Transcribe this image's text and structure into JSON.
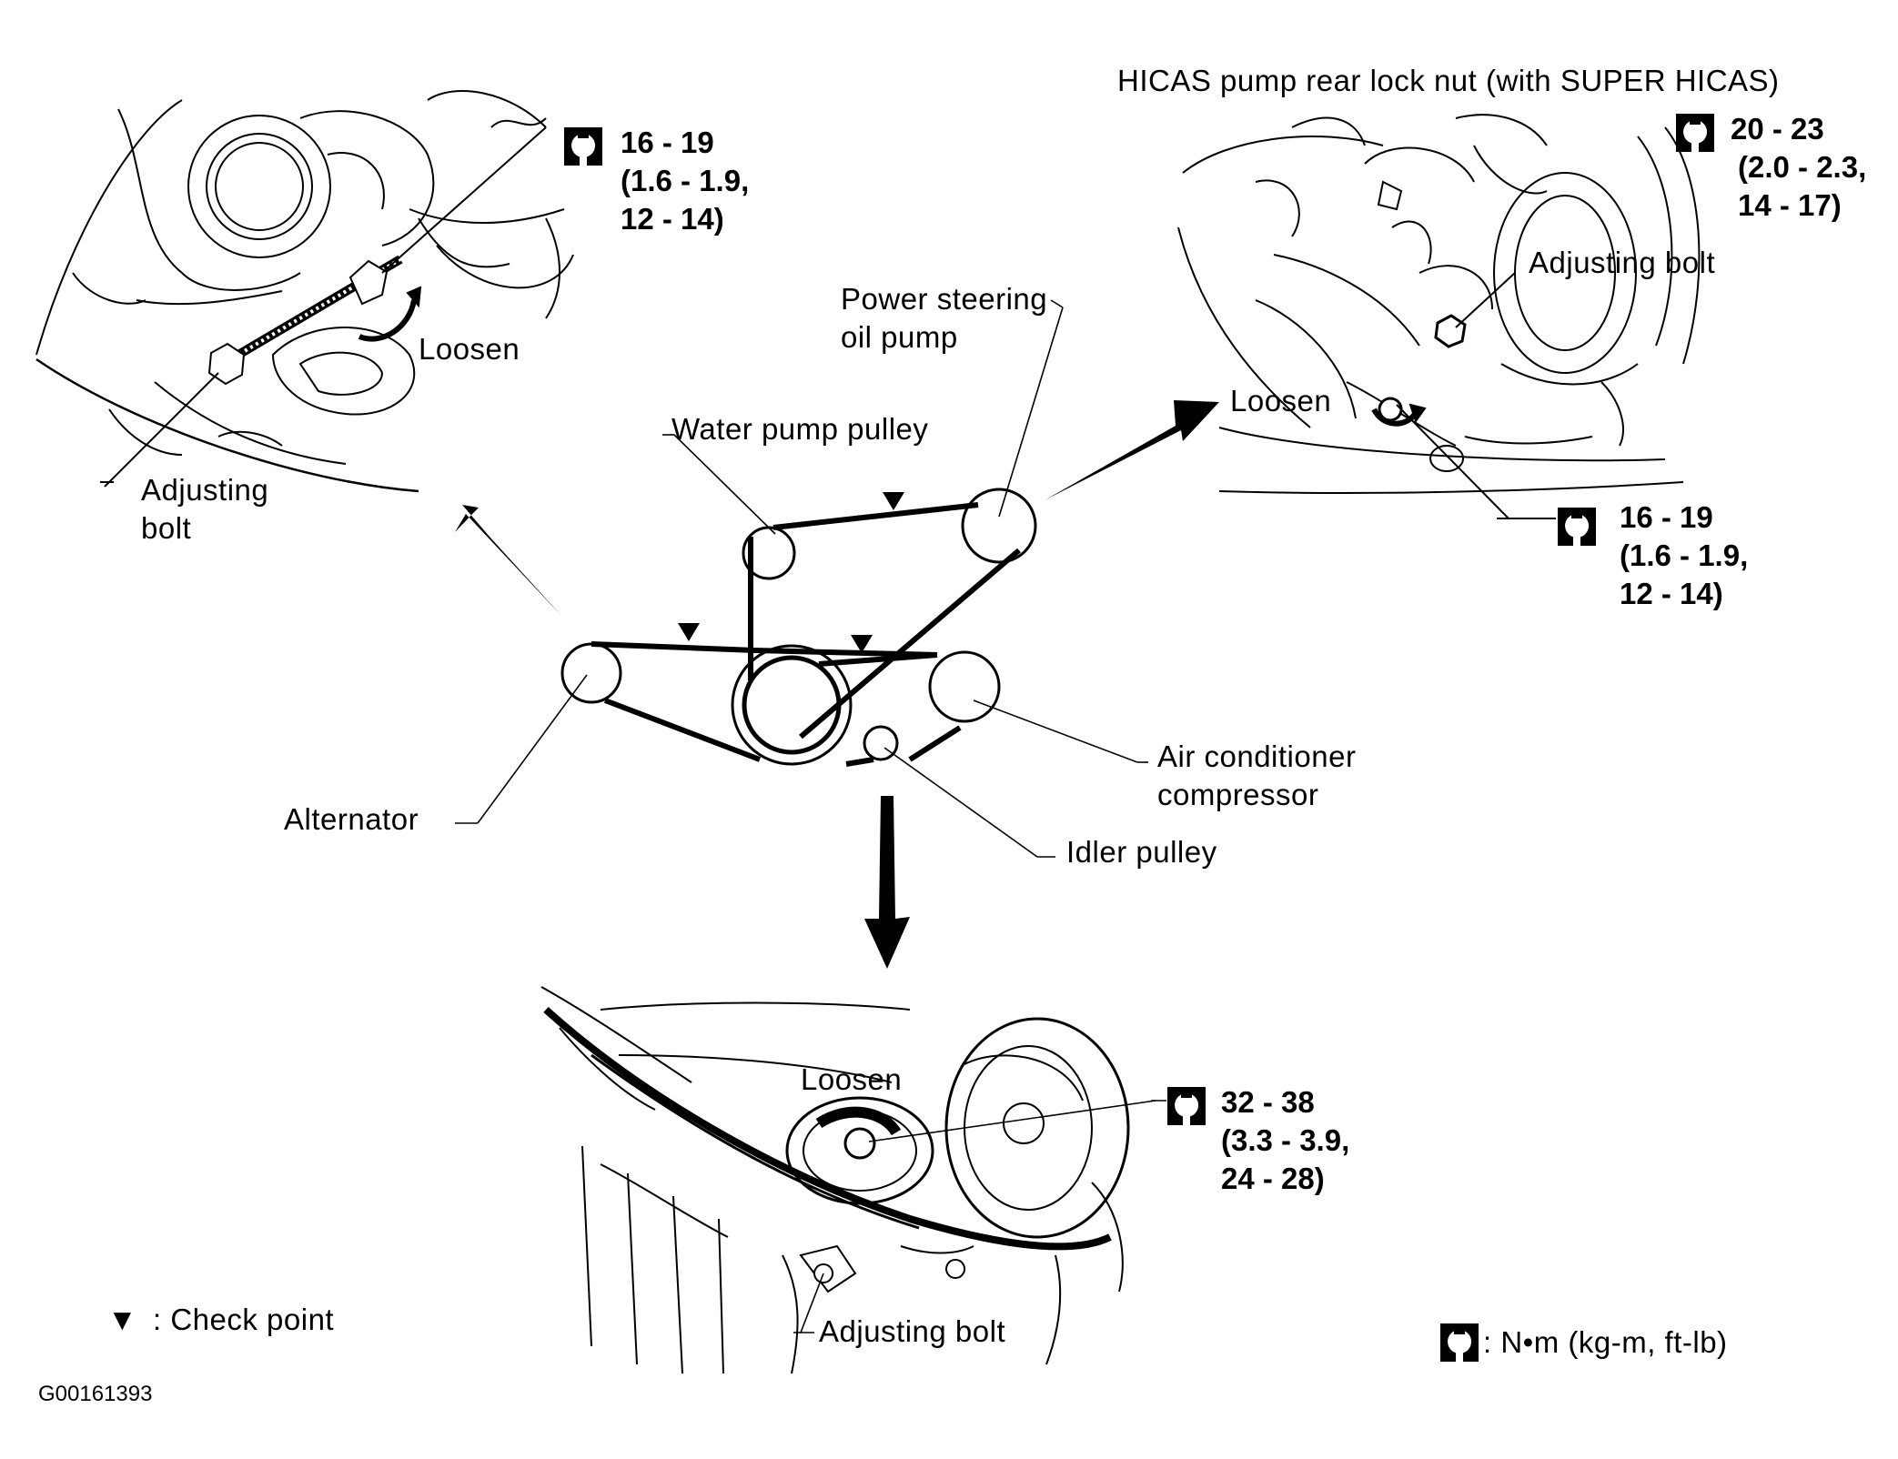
{
  "figure_id": "G00161393",
  "colors": {
    "ink": "#000000",
    "paper": "#ffffff"
  },
  "icons": {
    "torque": "torque-wrench-icon",
    "checkpoint": "triangle-down-icon"
  },
  "top_left_detail": {
    "torque_line1": "16 - 19",
    "torque_line2": "(1.6 - 1.9,",
    "torque_line3": "12 - 14)",
    "loosen": "Loosen",
    "adjusting_line1": "Adjusting",
    "adjusting_line2": "bolt"
  },
  "top_right_detail": {
    "title": "HICAS pump rear lock nut (with SUPER HICAS)",
    "torque_a_line1": "20 - 23",
    "torque_a_line2": "(2.0 - 2.3,",
    "torque_a_line3": "14 - 17)",
    "adjusting_bolt": "Adjusting bolt",
    "loosen": "Loosen",
    "torque_b_line1": "16 - 19",
    "torque_b_line2": "(1.6 - 1.9,",
    "torque_b_line3": "12 - 14)"
  },
  "belt_diagram": {
    "power_steering_line1": "Power steering",
    "power_steering_line2": "oil pump",
    "water_pump": "Water pump pulley",
    "alternator": "Alternator",
    "ac_line1": "Air conditioner",
    "ac_line2": "compressor",
    "idler": "Idler pulley"
  },
  "bottom_detail": {
    "loosen": "Loosen",
    "torque_line1": "32 - 38",
    "torque_line2": "(3.3 - 3.9,",
    "torque_line3": "24 - 28)",
    "adjusting_bolt": "Adjusting bolt"
  },
  "legend": {
    "checkpoint_symbol": "▼",
    "checkpoint_text": ": Check point",
    "torque_units": ": N•m (kg-m, ft-lb)"
  }
}
